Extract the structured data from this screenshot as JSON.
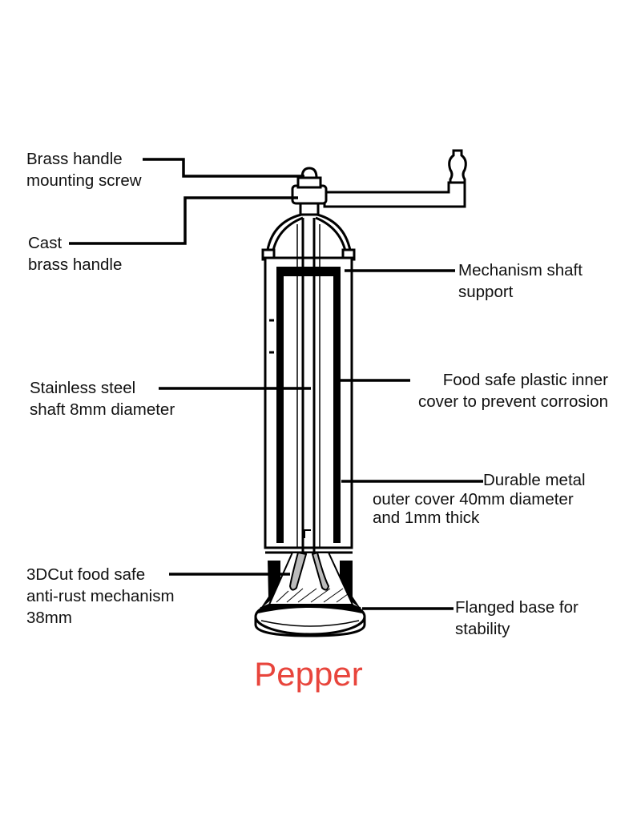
{
  "title": "Pepper",
  "title_color": "#e8453c",
  "labels": {
    "mounting_screw": [
      "Brass handle",
      "mounting screw"
    ],
    "handle": [
      "Cast",
      "brass handle"
    ],
    "shaft_support": [
      "Mechanism shaft",
      "support"
    ],
    "shaft": [
      "Stainless steel",
      "shaft 8mm diameter"
    ],
    "inner_cover": [
      "Food safe plastic inner",
      "cover to prevent corrosion"
    ],
    "outer_cover": [
      "Durable metal",
      "outer cover 40mm diameter",
      "and 1mm thick"
    ],
    "mechanism": [
      "3DCut food safe",
      "anti-rust mechanism",
      "38mm"
    ],
    "base": [
      "Flanged base for",
      "stability"
    ]
  }
}
